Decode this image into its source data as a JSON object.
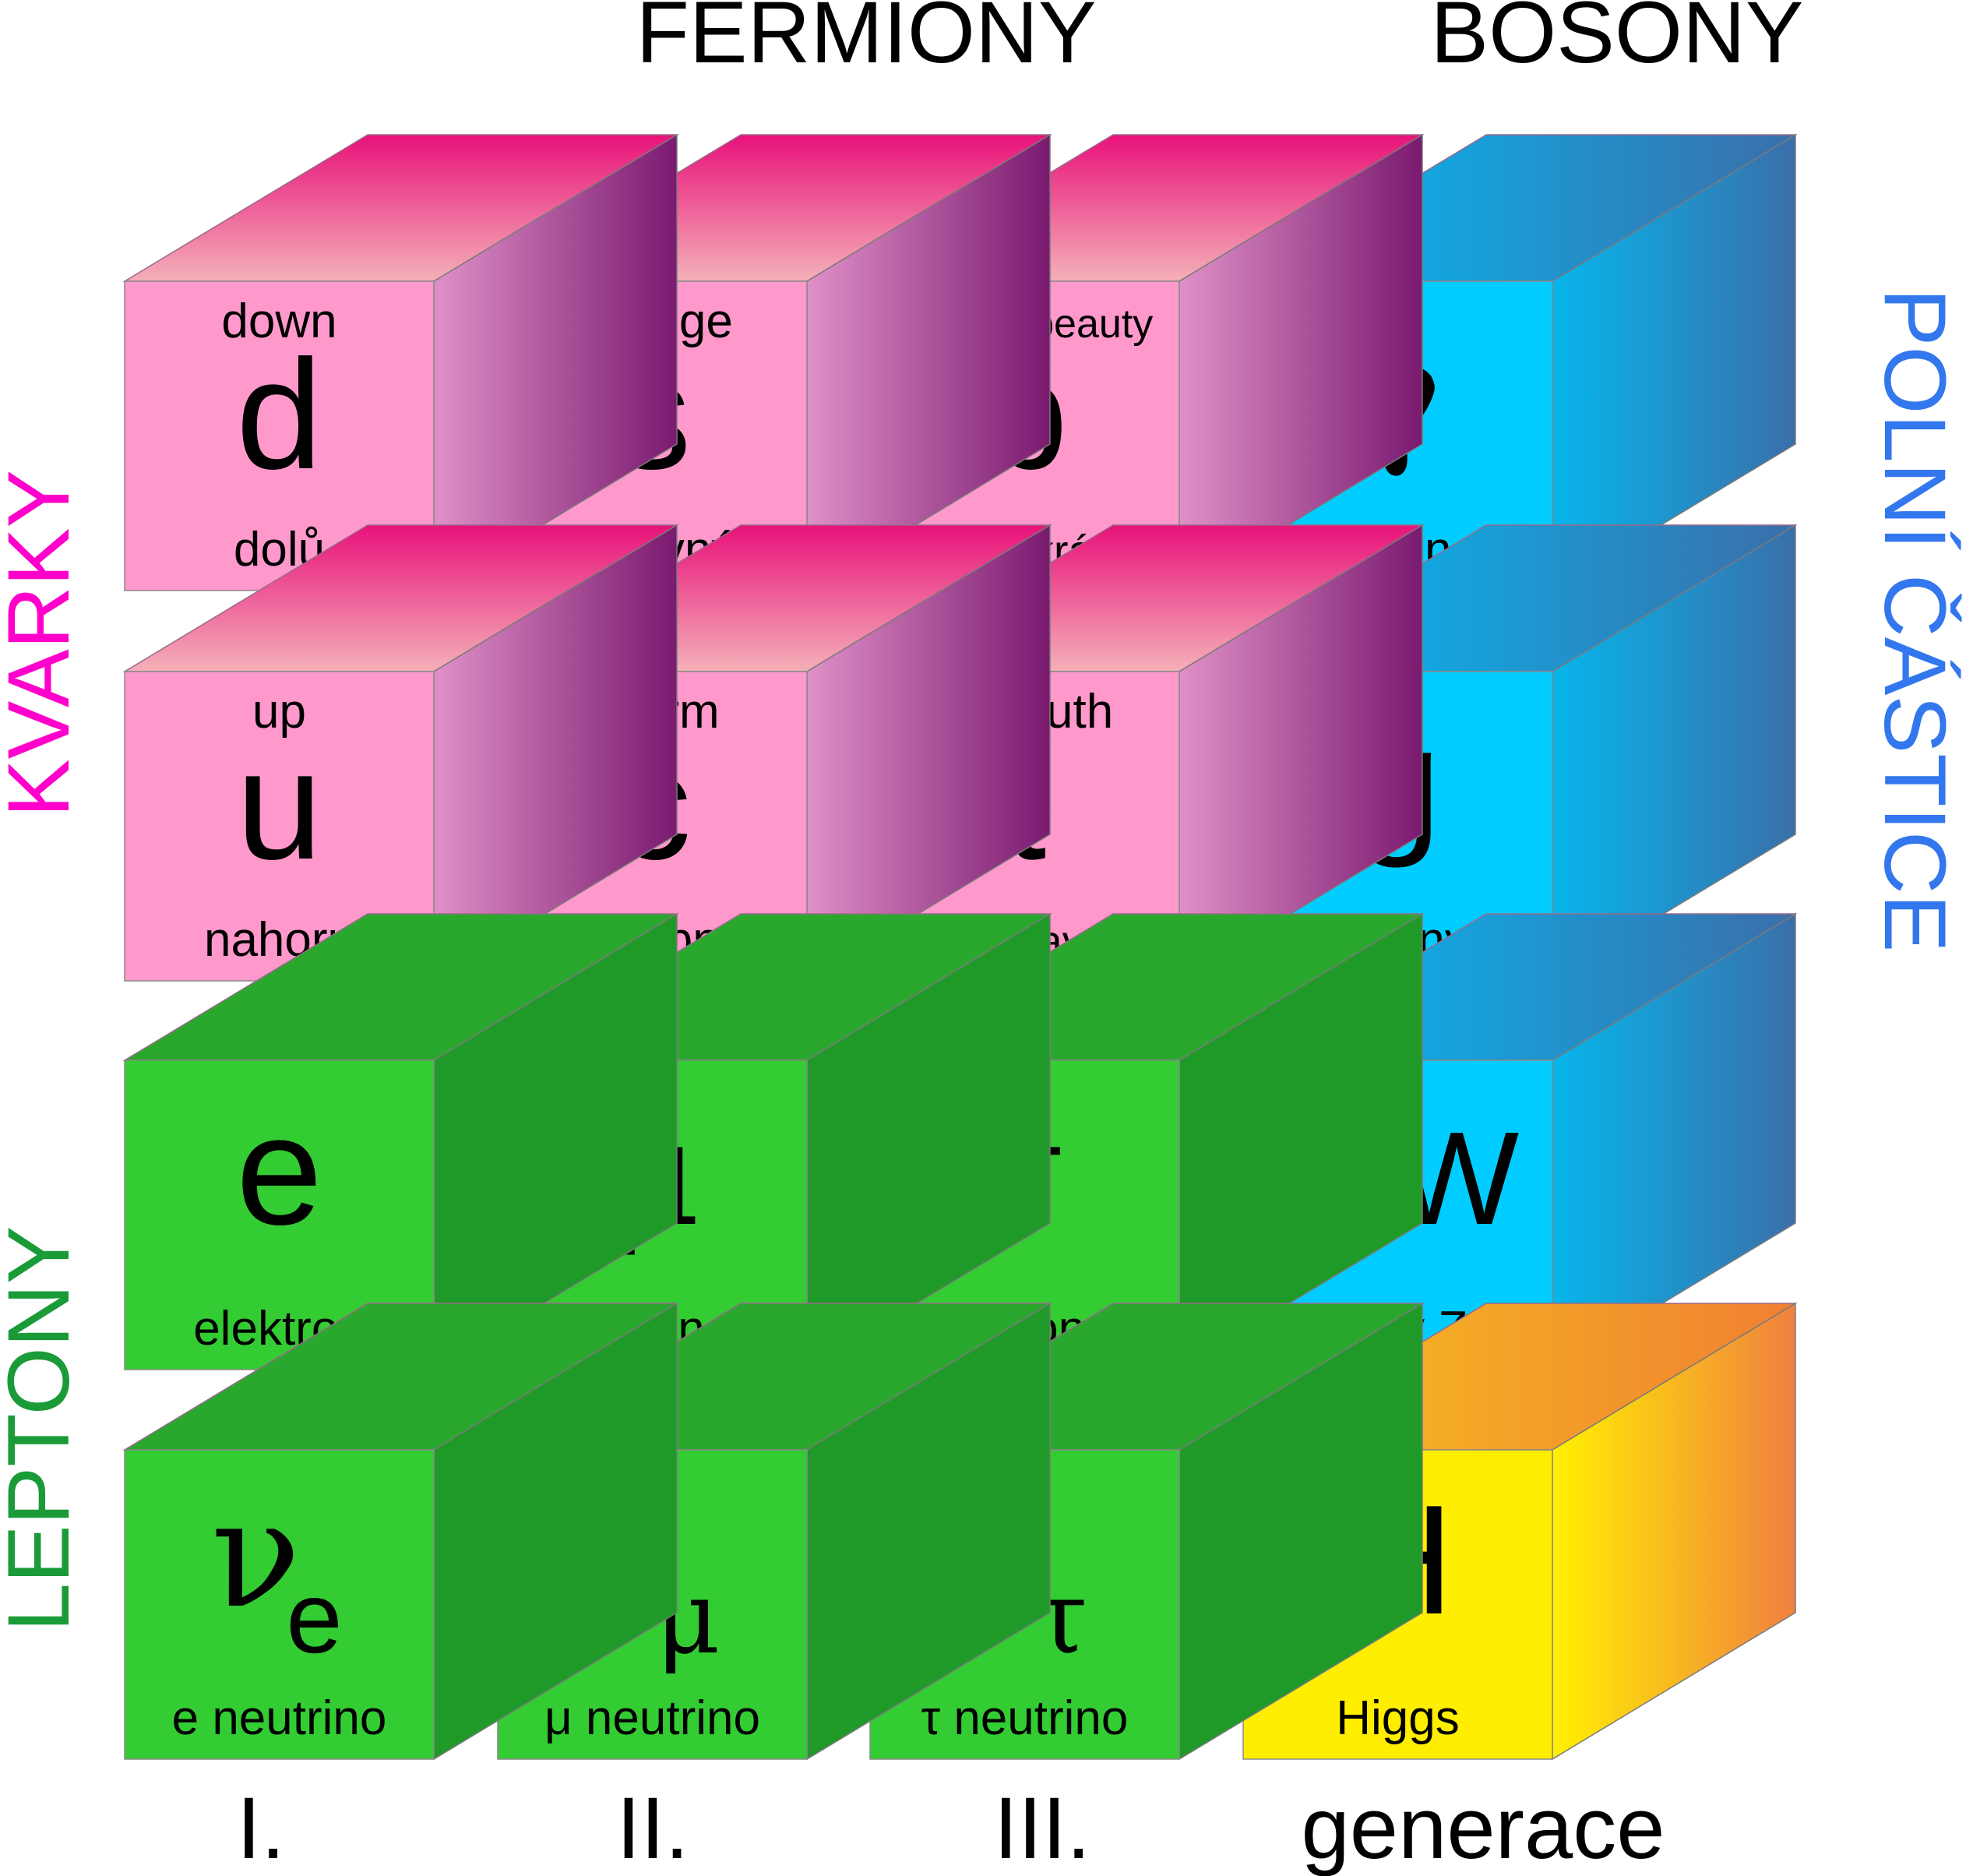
{
  "headings": {
    "fermions": "FERMIONY",
    "bosons": "BOSONY",
    "quarks": "KVARKY",
    "leptons": "LEPTONY",
    "field_particles": "POLNÍ ČÁSTICE",
    "generations": "generace"
  },
  "generations": [
    "I.",
    "II.",
    "III."
  ],
  "colors": {
    "quark": "#ff99cc",
    "quark_top_start": "#f4b0b8",
    "quark_top_end": "#e8127a",
    "quark_side_start": "#e090c8",
    "quark_side_end": "#7a1a70",
    "lepton": "#33cc33",
    "lepton_side": "#1f9a28",
    "lepton_top": "#2aa82e",
    "boson": "#00ccff",
    "boson_top_start": "#00c0f8",
    "boson_top_end": "#3a6faa",
    "boson_side_start": "#06b6ec",
    "boson_side_end": "#3a6faa",
    "higgs": "#ffee00",
    "higgs_top_start": "#f6c21e",
    "higgs_top_end": "#f08032",
    "higgs_side_start": "#fff000",
    "higgs_side_end": "#f08040",
    "quark_label": "#ff00cc",
    "lepton_label": "#1a9b38",
    "boson_label": "#3377ee"
  },
  "particles": [
    {
      "kind": "quark",
      "symbol": "d",
      "top": "down",
      "bottom": "dolů"
    },
    {
      "kind": "quark",
      "symbol": "s",
      "top": "strange",
      "bottom": "podivný"
    },
    {
      "kind": "quark",
      "symbol": "b",
      "top": "bottom/beauty",
      "bottom": "spodní/krásný"
    },
    {
      "kind": "boson",
      "symbol": "γ",
      "top": "",
      "bottom": "foton"
    },
    {
      "kind": "quark",
      "symbol": "u",
      "top": "up",
      "bottom": "nahoru"
    },
    {
      "kind": "quark",
      "symbol": "c",
      "top": "charm",
      "bottom": "půvabný"
    },
    {
      "kind": "quark",
      "symbol": "t",
      "top": "top/truth",
      "bottom": "horní/pravdivý"
    },
    {
      "kind": "boson",
      "symbol": "g",
      "top": "",
      "bottom": "gluony"
    },
    {
      "kind": "lepton",
      "symbol": "e",
      "top": "",
      "bottom": "elektron"
    },
    {
      "kind": "lepton",
      "symbol": "μ",
      "top": "",
      "bottom": "mion"
    },
    {
      "kind": "lepton",
      "symbol": "τ",
      "top": "",
      "bottom": "tauon"
    },
    {
      "kind": "boson",
      "symbol": "Z,W",
      "top": "",
      "bottom": "bosony Z,W"
    },
    {
      "kind": "lepton",
      "symbol": "ν",
      "subscript": "e",
      "top": "",
      "bottom": "e neutrino"
    },
    {
      "kind": "lepton",
      "symbol": "ν",
      "subscript": "μ",
      "top": "",
      "bottom": "μ neutrino"
    },
    {
      "kind": "lepton",
      "symbol": "ν",
      "subscript": "τ",
      "top": "",
      "bottom": "τ neutrino"
    },
    {
      "kind": "higgs",
      "symbol": "H",
      "top": "",
      "bottom": "Higgs"
    }
  ]
}
